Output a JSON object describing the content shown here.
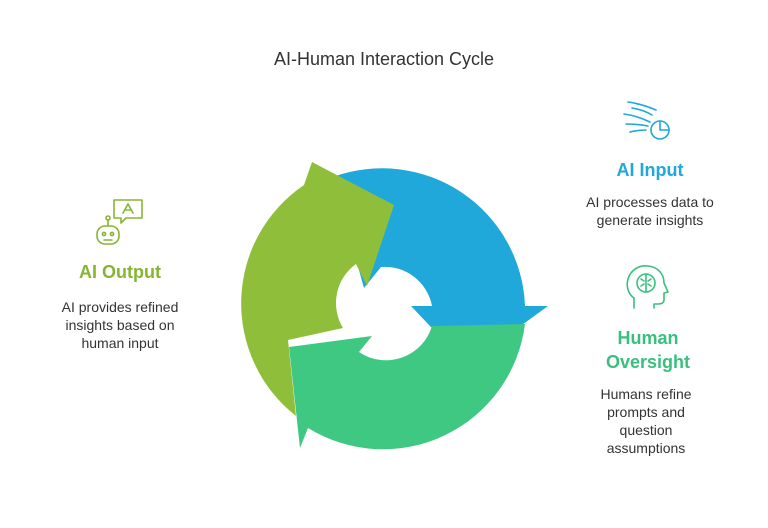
{
  "diagram": {
    "title": "AI-Human Interaction Cycle",
    "stages": [
      {
        "id": "ai-input",
        "title": "AI Input",
        "desc_lines": [
          "AI processes data to",
          "generate insights"
        ],
        "color": "#1fa8d9",
        "icon": "data-stream-chart-icon"
      },
      {
        "id": "human-oversight",
        "title_lines": [
          "Human",
          "Oversight"
        ],
        "desc_lines": [
          "Humans refine",
          "prompts and",
          "question",
          "assumptions"
        ],
        "color": "#39bf7e",
        "icon": "head-brain-icon"
      },
      {
        "id": "ai-output",
        "title": "AI Output",
        "desc_lines": [
          "AI provides refined",
          "insights based on",
          "human input"
        ],
        "color": "#86b531",
        "icon": "robot-speech-icon"
      }
    ]
  }
}
